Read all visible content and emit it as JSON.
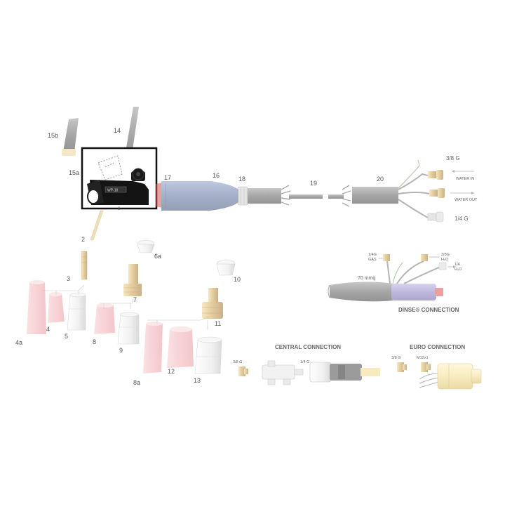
{
  "part_numbers": {
    "p15b": "15b",
    "p14": "14",
    "p15a": "15a",
    "p17": "17",
    "p16": "16",
    "p18": "18",
    "p19": "19",
    "p20": "20",
    "p2": "2",
    "p6a": "6a",
    "p3": "3",
    "p7": "7",
    "p10": "10",
    "p11": "11",
    "p4a": "4a",
    "p4": "4",
    "p5": "5",
    "p8": "8",
    "p9": "9",
    "p8a": "8a",
    "p12": "12",
    "p13": "13"
  },
  "labels": {
    "g38_top": "3/8 G",
    "water_in": "WATER IN",
    "water_out": "WATER OUT",
    "g14": "1/4 G",
    "dinse_gas_a": "1/4G",
    "dinse_gas_b": "GAS",
    "dinse_h2o_a": "3/8G",
    "dinse_h2o_b": "H₂O",
    "dinse_h2o2_a": "1/4",
    "dinse_h2o2_b": "H₂O",
    "mm": "70 mmq",
    "dinse_connection": "DINSE® CONNECTION",
    "central_connection": "CENTRAL CONNECTION",
    "euro_connection": "EURO CONNECTION",
    "central_38": "3/8 G",
    "central_14": "1/4 G",
    "euro_38": "3/8 G",
    "euro_m12": "M12x1",
    "head_display": "WP-18"
  },
  "colors": {
    "highlight_frame": "#111111",
    "hose_blue": "#5b6f9c",
    "ceramic_pink": "#f3b7bc",
    "brass": "#d4b060",
    "dinse_purple": "#8c7fc3",
    "euro_yellow": "#f2dc8a",
    "accent_red": "#d9534f"
  }
}
